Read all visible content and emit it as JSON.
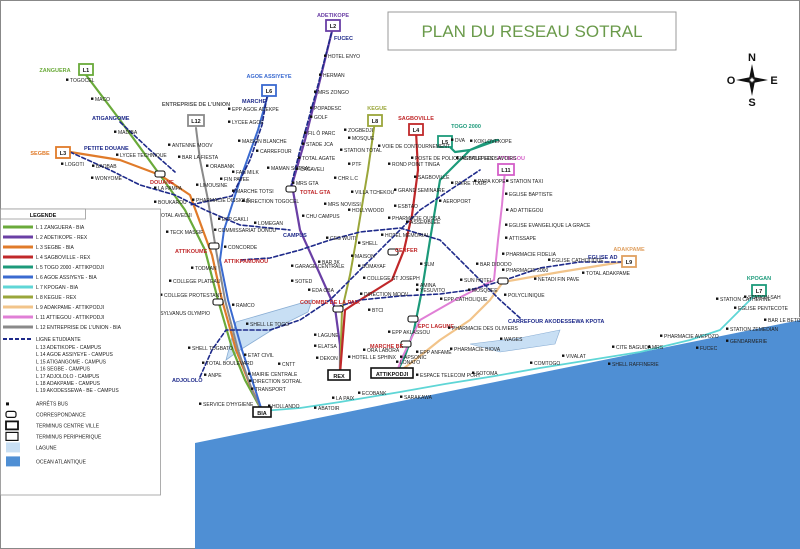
{
  "title": "PLAN DU RESEAU SOTRAL",
  "compass": {
    "n": "N",
    "s": "S",
    "e": "E",
    "o": "O"
  },
  "legend": {
    "heading": "LEGENDE",
    "lines": [
      {
        "label": "L 1  ZANGUERA - BIA",
        "color": "#6aaa3a",
        "dashed": false
      },
      {
        "label": "L 2  ADETIKOPE - REX",
        "color": "#6a3fa5",
        "dashed": false
      },
      {
        "label": "L 3  SEGBE - BIA",
        "color": "#e07b2a",
        "dashed": false
      },
      {
        "label": "L 4  SAGBOVILLE - REX",
        "color": "#c0282a",
        "dashed": false
      },
      {
        "label": "L 5  TOGO 2000 - ATTIKPODJI",
        "color": "#1c9a7a",
        "dashed": false
      },
      {
        "label": "L 6  AGOE ASSIYEYE - BIA",
        "color": "#3a6ad0",
        "dashed": false
      },
      {
        "label": "L 7  KPOGAN - BIA",
        "color": "#5fd6d6",
        "dashed": false
      },
      {
        "label": "L 8  KEGUE - REX",
        "color": "#9aa63a",
        "dashed": false
      },
      {
        "label": "L 9  ADAKPAME - ATTIKPODJI",
        "color": "#f2c48a",
        "dashed": false
      },
      {
        "label": "L 11  ATTIEGOU - ATTIKPODJI",
        "color": "#e07fd6",
        "dashed": false
      },
      {
        "label": "L 12  ENTREPRISE DE L'UNION - BIA",
        "color": "#8a8a8a",
        "dashed": false
      }
    ],
    "student_heading": "LIGNE ETUDIANTE",
    "student_lines": [
      {
        "label": "L 13 ADETIKOPE - CAMPUS"
      },
      {
        "label": "L 14 AGOE ASSIYEYE - CAMPUS"
      },
      {
        "label": "L 15 ATIGANGOME - CAMPUS"
      },
      {
        "label": "L 16 SEGBE - CAMPUS"
      },
      {
        "label": "L 17 ADJOLOLO - CAMPUS"
      },
      {
        "label": "L 18 ADAKPAME - CAMPUS"
      },
      {
        "label": "L 19 AKODESSEWA - BE - CAMPUS"
      }
    ],
    "symbols": [
      {
        "label": "ARRÊTS BUS",
        "kind": "stop"
      },
      {
        "label": "CORRESPONDANCE",
        "kind": "transfer"
      },
      {
        "label": "TERMINUS CENTRE VILLE",
        "kind": "center"
      },
      {
        "label": "TERMINUS PERIPHERIQUE",
        "kind": "peripheral"
      },
      {
        "label": "LAGUNE",
        "kind": "lagoon",
        "color": "#c8dff4"
      },
      {
        "label": "OCEAN ATLANTIQUE",
        "kind": "ocean",
        "color": "#4f8fd4"
      }
    ]
  },
  "terminals": [
    {
      "code": "L1",
      "name": "ZANGUERA",
      "color": "#6aaa3a"
    },
    {
      "code": "L2",
      "name": "ADETIKOPE",
      "color": "#6a3fa5"
    },
    {
      "code": "L3",
      "name": "SEGBE",
      "color": "#e07b2a"
    },
    {
      "code": "L4",
      "name": "SAGBOVILLE",
      "color": "#c0282a"
    },
    {
      "code": "L5",
      "name": "TOGO 2000",
      "color": "#1c9a7a"
    },
    {
      "code": "L6",
      "name": "AGOE ASSIYEYE",
      "color": "#3a6ad0"
    },
    {
      "code": "L7",
      "name": "KPOGAN",
      "color": "#1c9a7a"
    },
    {
      "code": "L8",
      "name": "KEGUE",
      "color": "#9aa63a"
    },
    {
      "code": "L9",
      "name": "ADAKPAME",
      "color": "#e0a060"
    },
    {
      "code": "L11",
      "name": "ATTIEGOU",
      "color": "#d45fc8"
    },
    {
      "code": "L12",
      "name": "ENTREPRISE DE L'UNION",
      "color": "#8a8a8a"
    }
  ],
  "center_terminals": [
    "REX",
    "BIA",
    "ATTIKPODJI"
  ],
  "highlight_labels": [
    "DOUANE",
    "TOTAL GTA",
    "ATTIKOUME",
    "ATTIKPAMONOU",
    "COLOMBE DE LA PAIX",
    "CERFER",
    "EPC LAGUNE",
    "MARCHE BE",
    "PETITE DOUANE",
    "CAMPUS",
    "ATIGANGOME",
    "ADJOLOLO",
    "MARCHE",
    "FUCEC",
    "CARREFOUR AKODESSEWA KPOTA",
    "EGLISE AD"
  ],
  "stops": [
    "TOGOCEL",
    "MACO",
    "MADIBA",
    "BAOBAB",
    "WONYOME",
    "LYCEE TECHNIQUE",
    "LOGOTI",
    "LA PAMPA",
    "BOUKAROU",
    "TOTAL AVEDJI",
    "TECK MASSIF",
    "TODMAN",
    "COLLEGE PLATEAU",
    "COLLEGE PROTESTANT",
    "CHU SYLVANUS OLYMPIO",
    "SHELL TOGBATO",
    "ANPE",
    "SERVICE D'HYGIENE",
    "HOLLANDO",
    "ABATOIR",
    "TOTAL BOULEVARD",
    "ETAT CIVIL",
    "MAIRIE CENTRALE",
    "DIRECTION SOTRAL",
    "TRANSPORT",
    "CNTT",
    "RAMCO",
    "SHELL LE TOGO",
    "ANTENNE MOOV",
    "BAR LA FIESTA",
    "ORABANK",
    "LIMOUSINE",
    "PHARMACIE DISSIOLE",
    "EPP GAKLI",
    "COMMISSARIAT DONOU",
    "CONCORDE",
    "EPP AGOE ADEKPE",
    "LYCEE AGOE",
    "MAISON BLANCHE",
    "FAN MILK",
    "FIN PAVEE",
    "MARCHE TOTSI",
    "DIRECTION TOGOCEL",
    "LOMEGAN",
    "CARREFOUR",
    "MAMAN SOTRAL",
    "HOTEL ENYO",
    "HERMAN",
    "MRS ZONGO",
    "POPADESC",
    "GOLF",
    "FIL Ô PARC",
    "STADE JCA",
    "TOTAL AGATE",
    "CACAVELI",
    "MRS GTA",
    "CHU CAMPUS",
    "GARAGE CENTRALE",
    "SOTED",
    "EDA OBA",
    "BAR 3K",
    "ZOGBEDJI",
    "MOSQUE",
    "STATION TOTAL",
    "PTF",
    "CHR L.C",
    "VILLA TCHEKOU",
    "MRS NOVISSI",
    "HOLLYWOOD",
    "CEG WUITI",
    "SHELL",
    "SOMAYAF",
    "COLLEGE ST JOSEPH",
    "MAISON",
    "DIRECTION MOOV",
    "BTCI",
    "LAGUNE",
    "ELATSA",
    "DEKON",
    "HOTEL LE SPHINX",
    "ORA LABORA",
    "LONATO",
    "VOIE DE CONTOURNEMENT",
    "ROND POINT TINGA",
    "GRAND SEMINAIRE",
    "ESBTAO",
    "PHARMACIE OUSSA",
    "HOTEL MEMORIAL",
    "ASSEMBLEE",
    "SAGBOVILLE",
    "AEROPORT",
    "POSTE DE POLICE AGBALEPEDO",
    "INSTITUT LES SAVOIRS",
    "PAPA KOPE",
    "POIRE TOGO",
    "DVA",
    "KOKLOVEKOPE",
    "STATION TAXI",
    "EGLISE BAPTISTE",
    "AD ATTIEGOU",
    "EGLISE EVANGELIQUE LA GRACE",
    "ATTISSAPE",
    "PHARMACIE FIDELIA",
    "PHARMACIE 2000",
    "BAR DIDODO",
    "NETADI FIN PAVE",
    "EGLISE CATHOLIQUE",
    "TOTAL ADAKPAME",
    "SUN HOTEL",
    "YESUVITO",
    "EPP CATHOLIQUE",
    "MOSQUEE",
    "POLYCLINIQUE",
    "SLM",
    "AMINA",
    "EPP AKLASSOU",
    "EPP ANFAME",
    "APSONIC",
    "PHARMACIE DES OLIVIERS",
    "PHARMACIE BIOVA",
    "WAGES",
    "ESPACE TELECOM PORT",
    "LA PAIX",
    "ECOBANK",
    "SARAKAWA",
    "SOTOMA",
    "COMTOGO",
    "VIVALAT",
    "SHELL RAFFINERIE",
    "CITE BAGUIDA",
    "MRS",
    "PHARMACIE AVEPOZO",
    "FUCEC",
    "GENDARMERIE",
    "BAR LE BETON",
    "STATION ZEMEDIAN",
    "EGLISE PENTECOTE",
    "STATION SAH",
    "STATION CATHERINE"
  ]
}
